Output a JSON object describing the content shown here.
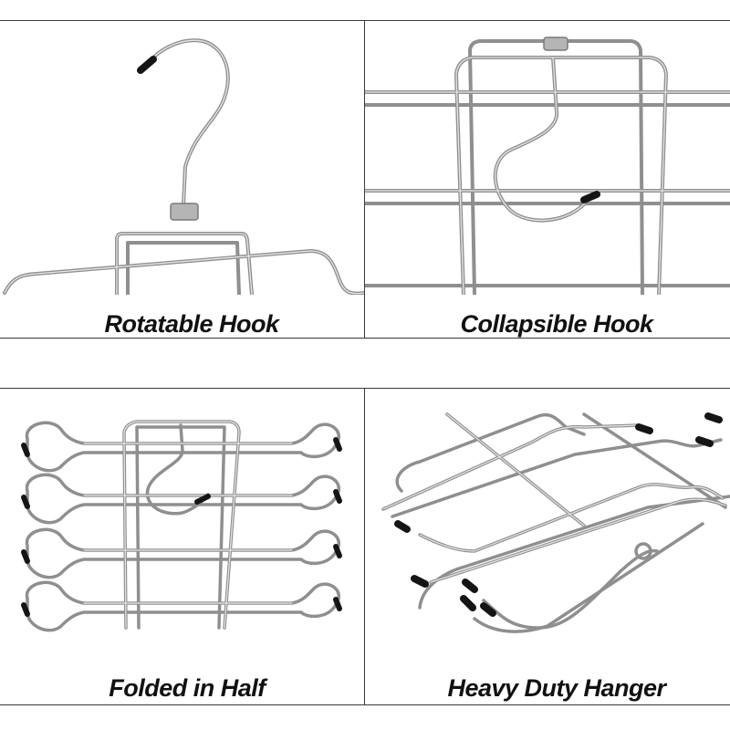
{
  "panels": [
    {
      "caption": "Rotatable Hook"
    },
    {
      "caption": "Collapsible Hook"
    },
    {
      "caption": "Folded in Half"
    },
    {
      "caption": "Heavy Duty Hanger"
    }
  ],
  "colors": {
    "wire": "#9a9a9a",
    "wire_highlight": "#e8e8e8",
    "cap": "#151515",
    "border": "#3a3a3a",
    "caption": "#111111"
  }
}
